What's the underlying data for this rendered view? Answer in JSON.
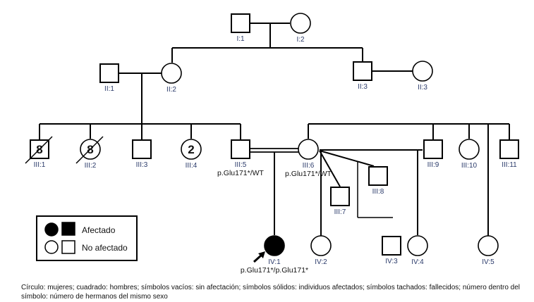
{
  "legend": {
    "affected_label": "Afectado",
    "unaffected_label": "No afectado"
  },
  "caption": "Círculo: mujeres; cuadrado: hombres; símbolos vacíos: sin afectación; símbolos sólidos: individuos afectados; símbolos tachados: fallecidos; número dentro del símbolo: número de hermanos del mismo sexo",
  "individuals": [
    {
      "id": "I:1",
      "sex": "male",
      "affected": false,
      "deceased": false
    },
    {
      "id": "I:2",
      "sex": "female",
      "affected": false,
      "deceased": false
    },
    {
      "id": "II:1",
      "sex": "male",
      "affected": false,
      "deceased": false
    },
    {
      "id": "II:2",
      "sex": "female",
      "affected": false,
      "deceased": false
    },
    {
      "id": "II:3",
      "sex": "male",
      "affected": false,
      "deceased": false
    },
    {
      "id": "II:3",
      "sex": "female",
      "affected": false,
      "deceased": false
    },
    {
      "id": "III:1",
      "sex": "male",
      "affected": false,
      "deceased": true,
      "count": "8"
    },
    {
      "id": "III:2",
      "sex": "female",
      "affected": false,
      "deceased": true,
      "count": "8"
    },
    {
      "id": "III:3",
      "sex": "male",
      "affected": false,
      "deceased": false
    },
    {
      "id": "III:4",
      "sex": "female",
      "affected": false,
      "deceased": false,
      "count": "2"
    },
    {
      "id": "III:5",
      "sex": "male",
      "affected": false,
      "deceased": false,
      "genotype": "p.Glu171*/WT"
    },
    {
      "id": "III:6",
      "sex": "female",
      "affected": false,
      "deceased": false,
      "genotype": "p.Glu171*/WT"
    },
    {
      "id": "III:7",
      "sex": "male",
      "affected": false,
      "deceased": false
    },
    {
      "id": "III:8",
      "sex": "male",
      "affected": false,
      "deceased": false
    },
    {
      "id": "III:9",
      "sex": "male",
      "affected": false,
      "deceased": false
    },
    {
      "id": "III:10",
      "sex": "female",
      "affected": false,
      "deceased": false
    },
    {
      "id": "III:11",
      "sex": "male",
      "affected": false,
      "deceased": false
    },
    {
      "id": "IV:1",
      "sex": "female",
      "affected": true,
      "deceased": false,
      "proband": true,
      "genotype": "p.Glu171*/p.Glu171*"
    },
    {
      "id": "IV:2",
      "sex": "female",
      "affected": false,
      "deceased": false
    },
    {
      "id": "IV:3",
      "sex": "male",
      "affected": false,
      "deceased": false
    },
    {
      "id": "IV:4",
      "sex": "female",
      "affected": false,
      "deceased": false
    },
    {
      "id": "IV:5",
      "sex": "female",
      "affected": false,
      "deceased": false
    }
  ],
  "colors": {
    "line": "#000000",
    "label": "#2a3a6a",
    "affected_fill": "#000000",
    "unaffected_fill": "#ffffff"
  }
}
